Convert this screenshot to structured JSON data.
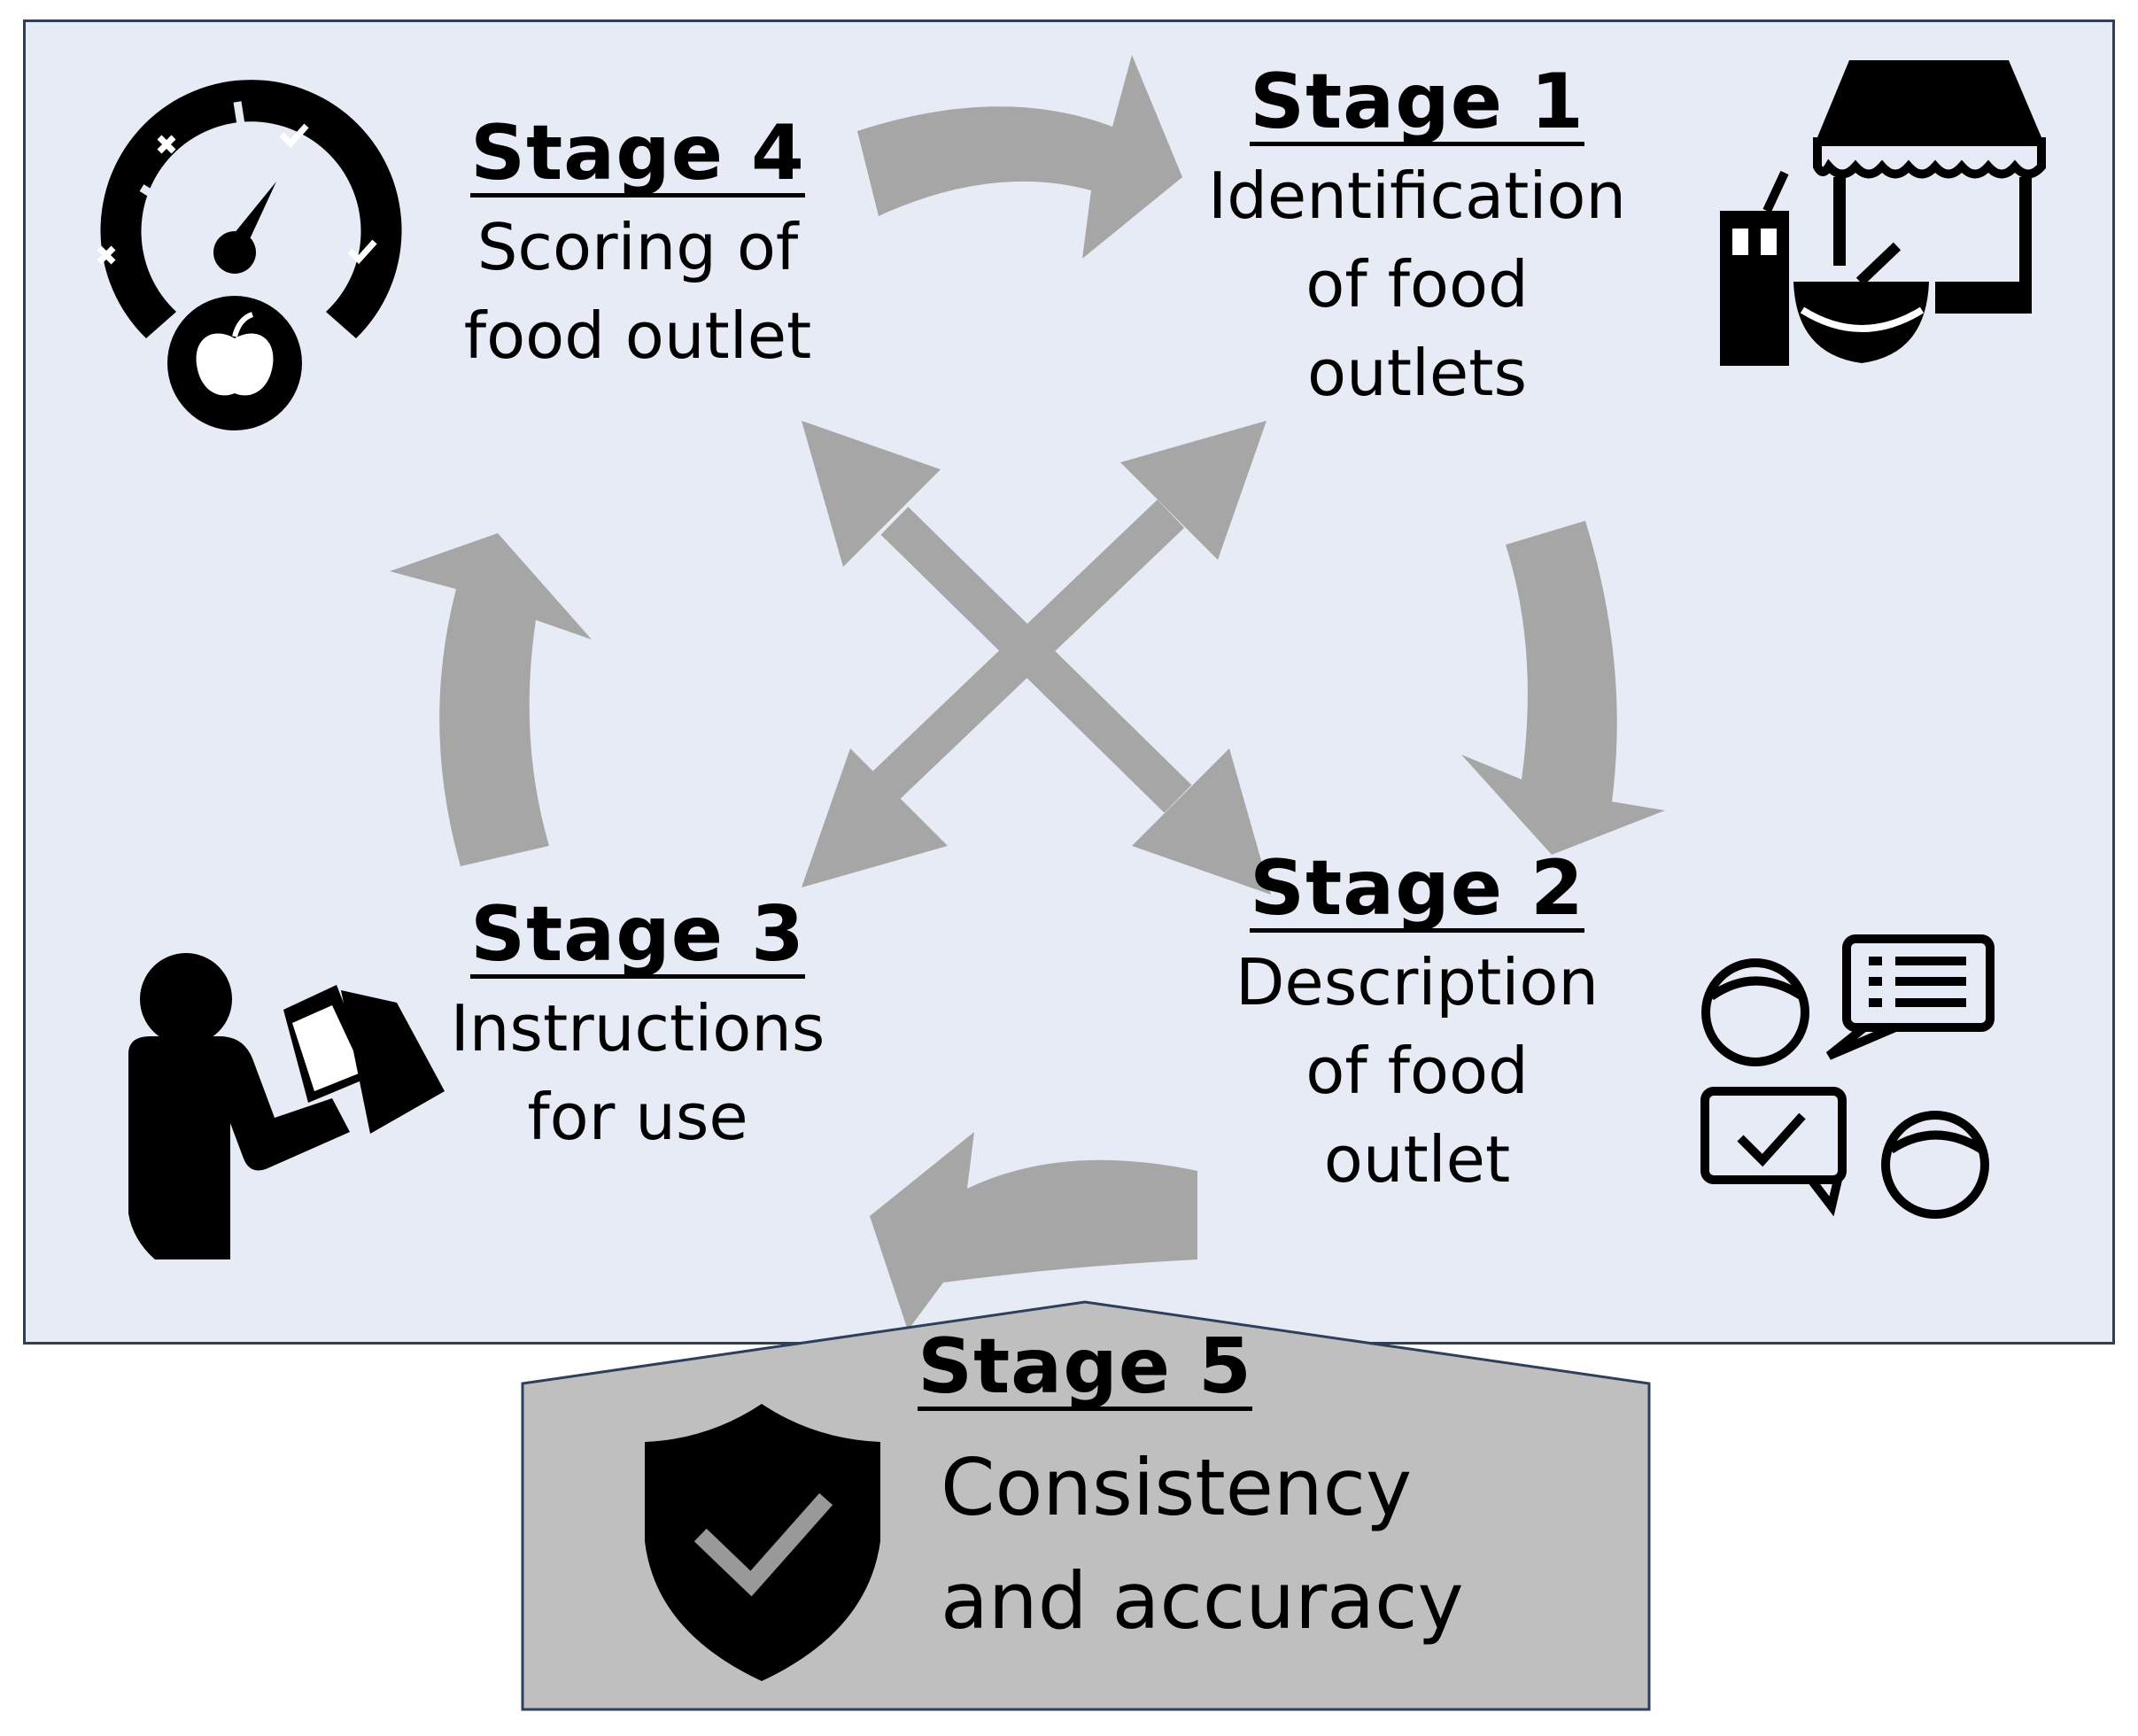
{
  "stages": [
    {
      "id": "stage1",
      "heading": "Stage 1",
      "description_lines": [
        "Identification",
        "of food",
        "outlets"
      ],
      "icon": "food-outlet-icon"
    },
    {
      "id": "stage2",
      "heading": "Stage 2",
      "description_lines": [
        "Description",
        "of food",
        "outlet"
      ],
      "icon": "conversation-icon"
    },
    {
      "id": "stage3",
      "heading": "Stage 3",
      "description_lines": [
        "Instructions",
        "for use"
      ],
      "icon": "person-reading-icon"
    },
    {
      "id": "stage4",
      "heading": "Stage 4",
      "description_lines": [
        "Scoring of",
        "food outlet"
      ],
      "icon": "score-gauge-icon"
    },
    {
      "id": "stage5",
      "heading": "Stage 5",
      "description_lines": [
        "Consistency",
        "and accuracy"
      ],
      "icon": "shield-check-icon"
    }
  ],
  "colors": {
    "frame_fill": "#e6ebf6",
    "frame_border": "#2e3f5c",
    "arrow": "#a6a6a6",
    "stage5_fill": "#bfbfbf",
    "icon": "#000000"
  }
}
